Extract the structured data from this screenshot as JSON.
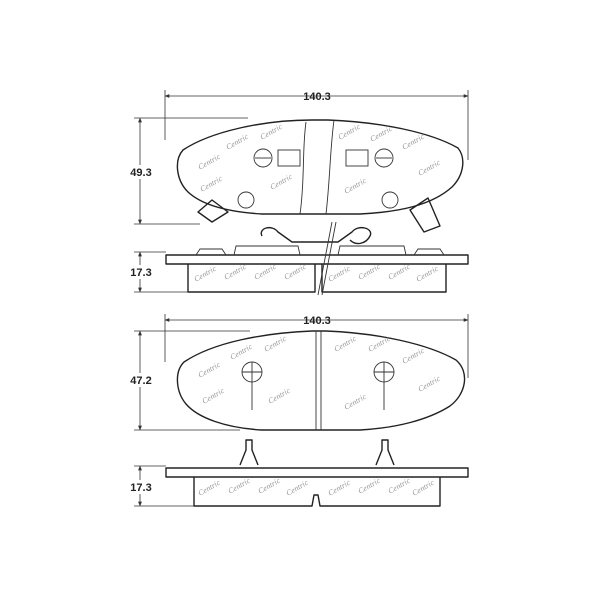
{
  "top_pad": {
    "width_label": "140.3",
    "height_label": "49.3",
    "thickness_label": "17.3"
  },
  "bottom_pad": {
    "width_label": "140.3",
    "height_label": "47.2",
    "thickness_label": "17.3"
  },
  "colors": {
    "line": "#222222",
    "watermark": "#9a9a9a",
    "background": "#ffffff"
  }
}
